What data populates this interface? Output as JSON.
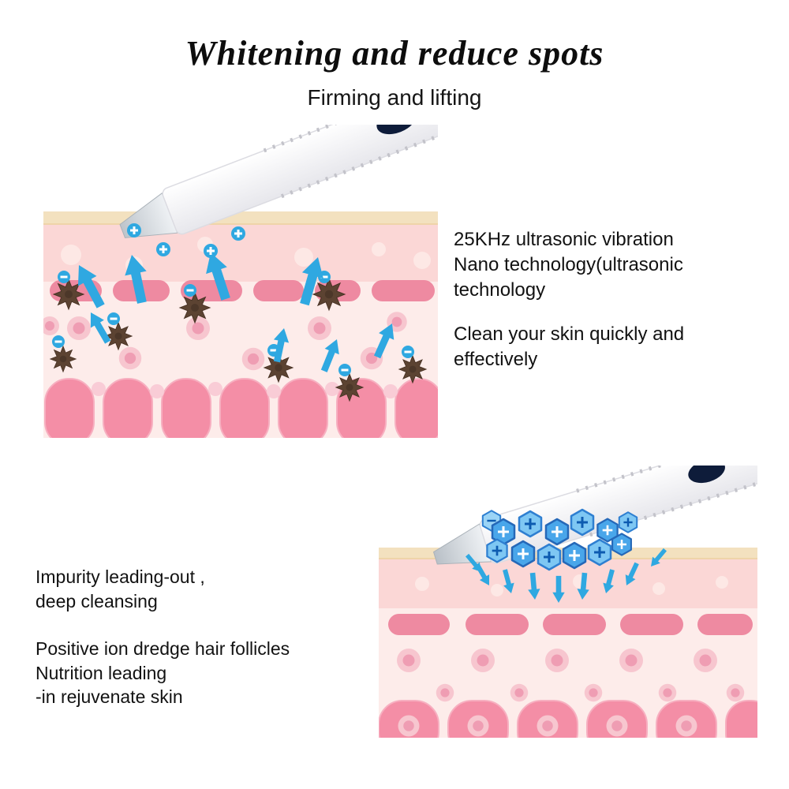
{
  "header": {
    "title": "Whitening and reduce spots",
    "subtitle": "Firming and lifting"
  },
  "captions": {
    "ultrasonic": [
      "25KHz ultrasonic vibration",
      "Nano technology(ultrasonic",
      "technology"
    ],
    "clean": [
      "Clean your skin quickly and",
      "effectively"
    ],
    "impurity": [
      "Impurity leading-out ,",
      "deep cleansing"
    ],
    "positive_ion": [
      "Positive ion dredge hair follicles",
      "Nutrition leading",
      "-in rejuvenate skin"
    ]
  },
  "diagrams": {
    "left": {
      "name": "ultrasonic-extraction-diagram",
      "device": "ultrasonic-skin-scrubber",
      "symbols": {
        "impurity_charge": "-",
        "surface_ion": "+"
      }
    },
    "right": {
      "name": "positive-ion-infusion-diagram",
      "device": "ultrasonic-skin-scrubber",
      "symbols": {
        "ion_charge": "+"
      }
    }
  },
  "colors": {
    "skin_surface": "#f3e1bf",
    "epidermis": "#fbd7d6",
    "dermis": "#fdecea",
    "capsule_pink": "#ee8aa1",
    "papilla_pink": "#f48ea6",
    "arrow_blue": "#2fa8e1",
    "ion_fill_blue": "#7ec7f3",
    "ion_stroke_blue": "#2e7fd1",
    "impurity_brown": "#5c4332",
    "device_white": "#ffffff",
    "device_cap_navy": "#0e1c3a"
  }
}
